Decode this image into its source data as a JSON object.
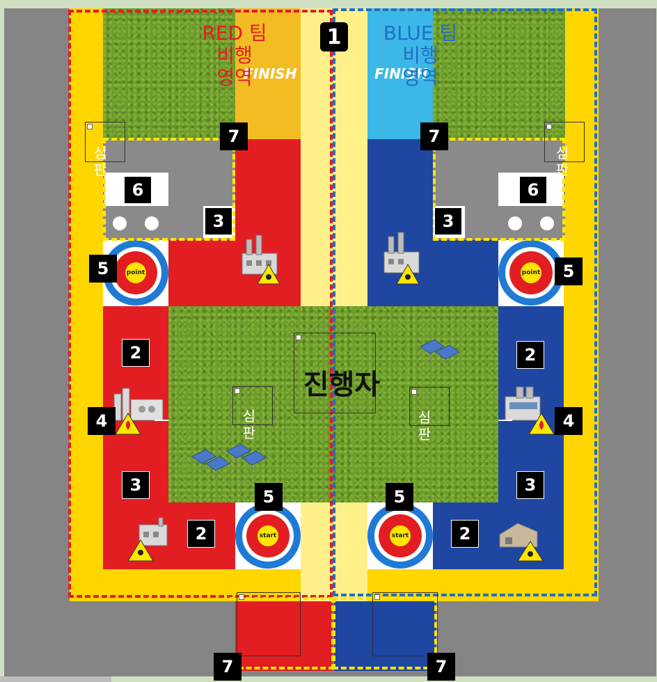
{
  "title_red": [
    "RED 팀",
    "비행",
    "영역"
  ],
  "title_blue": [
    "BLUE 팀",
    "비행",
    "영역"
  ],
  "finish_label": "FINISH",
  "start_label": "start",
  "point_label": "point",
  "host_label": "진행자",
  "judge_label_h": "심판",
  "judge_chars": [
    "심",
    "판"
  ],
  "numbers": {
    "n1": "1",
    "n2": "2",
    "n3": "3",
    "n4": "4",
    "n5": "5",
    "n6": "6",
    "n7": "7"
  },
  "colors": {
    "red": "#e21e22",
    "blue": "#1f46a0",
    "yellow": "#ffe600",
    "lightyellow": "#fff08a",
    "grass": "#6f9a2c",
    "gray": "#8a8a8a"
  }
}
